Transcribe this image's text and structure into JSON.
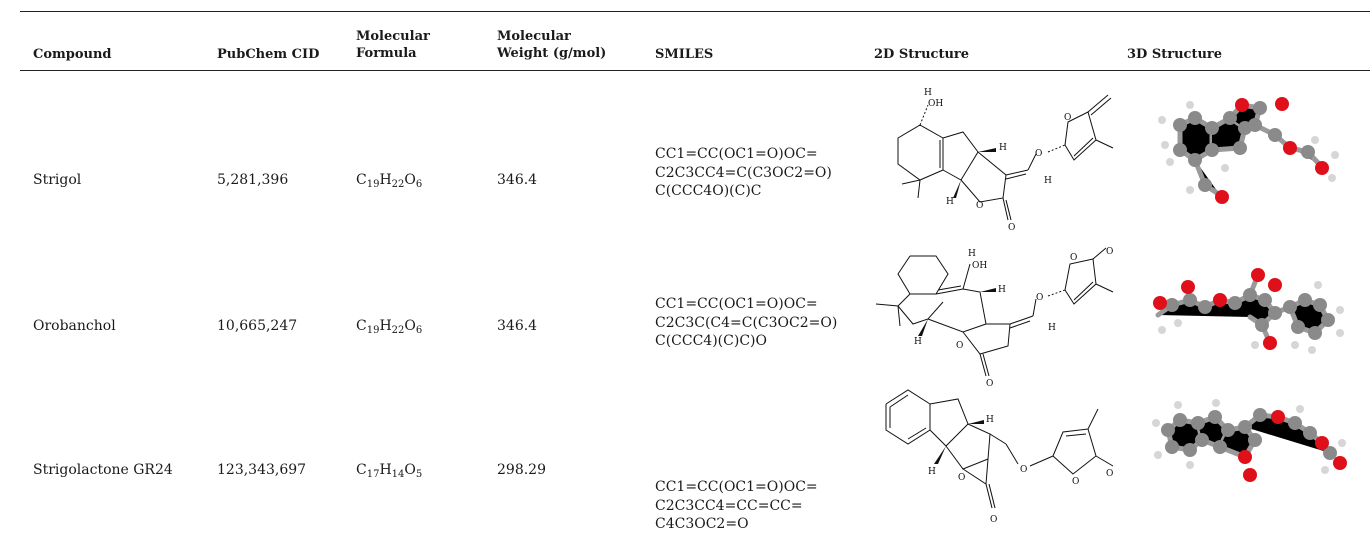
{
  "headers": {
    "compound": "Compound",
    "cid": "PubChem CID",
    "formula_l1": "Molecular",
    "formula_l2": "Formula",
    "weight_l1": "Molecular",
    "weight_l2": "Weight (g/mol)",
    "smiles": "SMILES",
    "structure_2d": "2D Structure",
    "structure_3d": "3D Structure"
  },
  "rows": [
    {
      "compound": "Strigol",
      "cid": "5,281,396",
      "formula": [
        "C",
        "19",
        "H",
        "22",
        "O",
        "6"
      ],
      "weight": "346.4",
      "smiles": [
        "CC1=CC(OC1=O)OC=",
        "C2C3CC4=C(C3OC2=O)",
        "C(CCC4O)(C)C"
      ],
      "labels2d": {
        "oh": "OH",
        "h_top": "H",
        "h1": "H",
        "h2": "H",
        "h3": "H",
        "o1": "O",
        "o2": "O",
        "o3": "O",
        "o4": "O"
      }
    },
    {
      "compound": "Orobanchol",
      "cid": "10,665,247",
      "formula": [
        "C",
        "19",
        "H",
        "22",
        "O",
        "6"
      ],
      "weight": "346.4",
      "smiles": [
        "CC1=CC(OC1=O)OC=",
        "C2C3C(C4=C(C3OC2=O)",
        "C(CCC4)(C)C)O"
      ],
      "labels2d": {
        "oh": "OH",
        "h_top": "H",
        "h1": "H",
        "h2": "H",
        "h3": "H",
        "o1": "O",
        "o2": "O",
        "o3": "O",
        "o4": "O",
        "o5": "O"
      }
    },
    {
      "compound": "Strigolactone GR24",
      "cid": "123,343,697",
      "formula": [
        "C",
        "17",
        "H",
        "14",
        "O",
        "5"
      ],
      "weight": "298.29",
      "smiles": [
        "CC1=CC(OC1=O)OC=",
        "C2C3CC4=CC=CC=",
        "C4C3OC2=O"
      ],
      "labels2d": {
        "h1": "H",
        "h2": "H",
        "o1": "O",
        "o2": "O",
        "o3": "O",
        "o4": "O",
        "o5": "O"
      }
    }
  ],
  "colors": {
    "carbon": "#8a8a8a",
    "oxygen": "#e0101a",
    "hydrogen": "#d6d6d6",
    "bond": "#111111",
    "rule": "#222222"
  }
}
